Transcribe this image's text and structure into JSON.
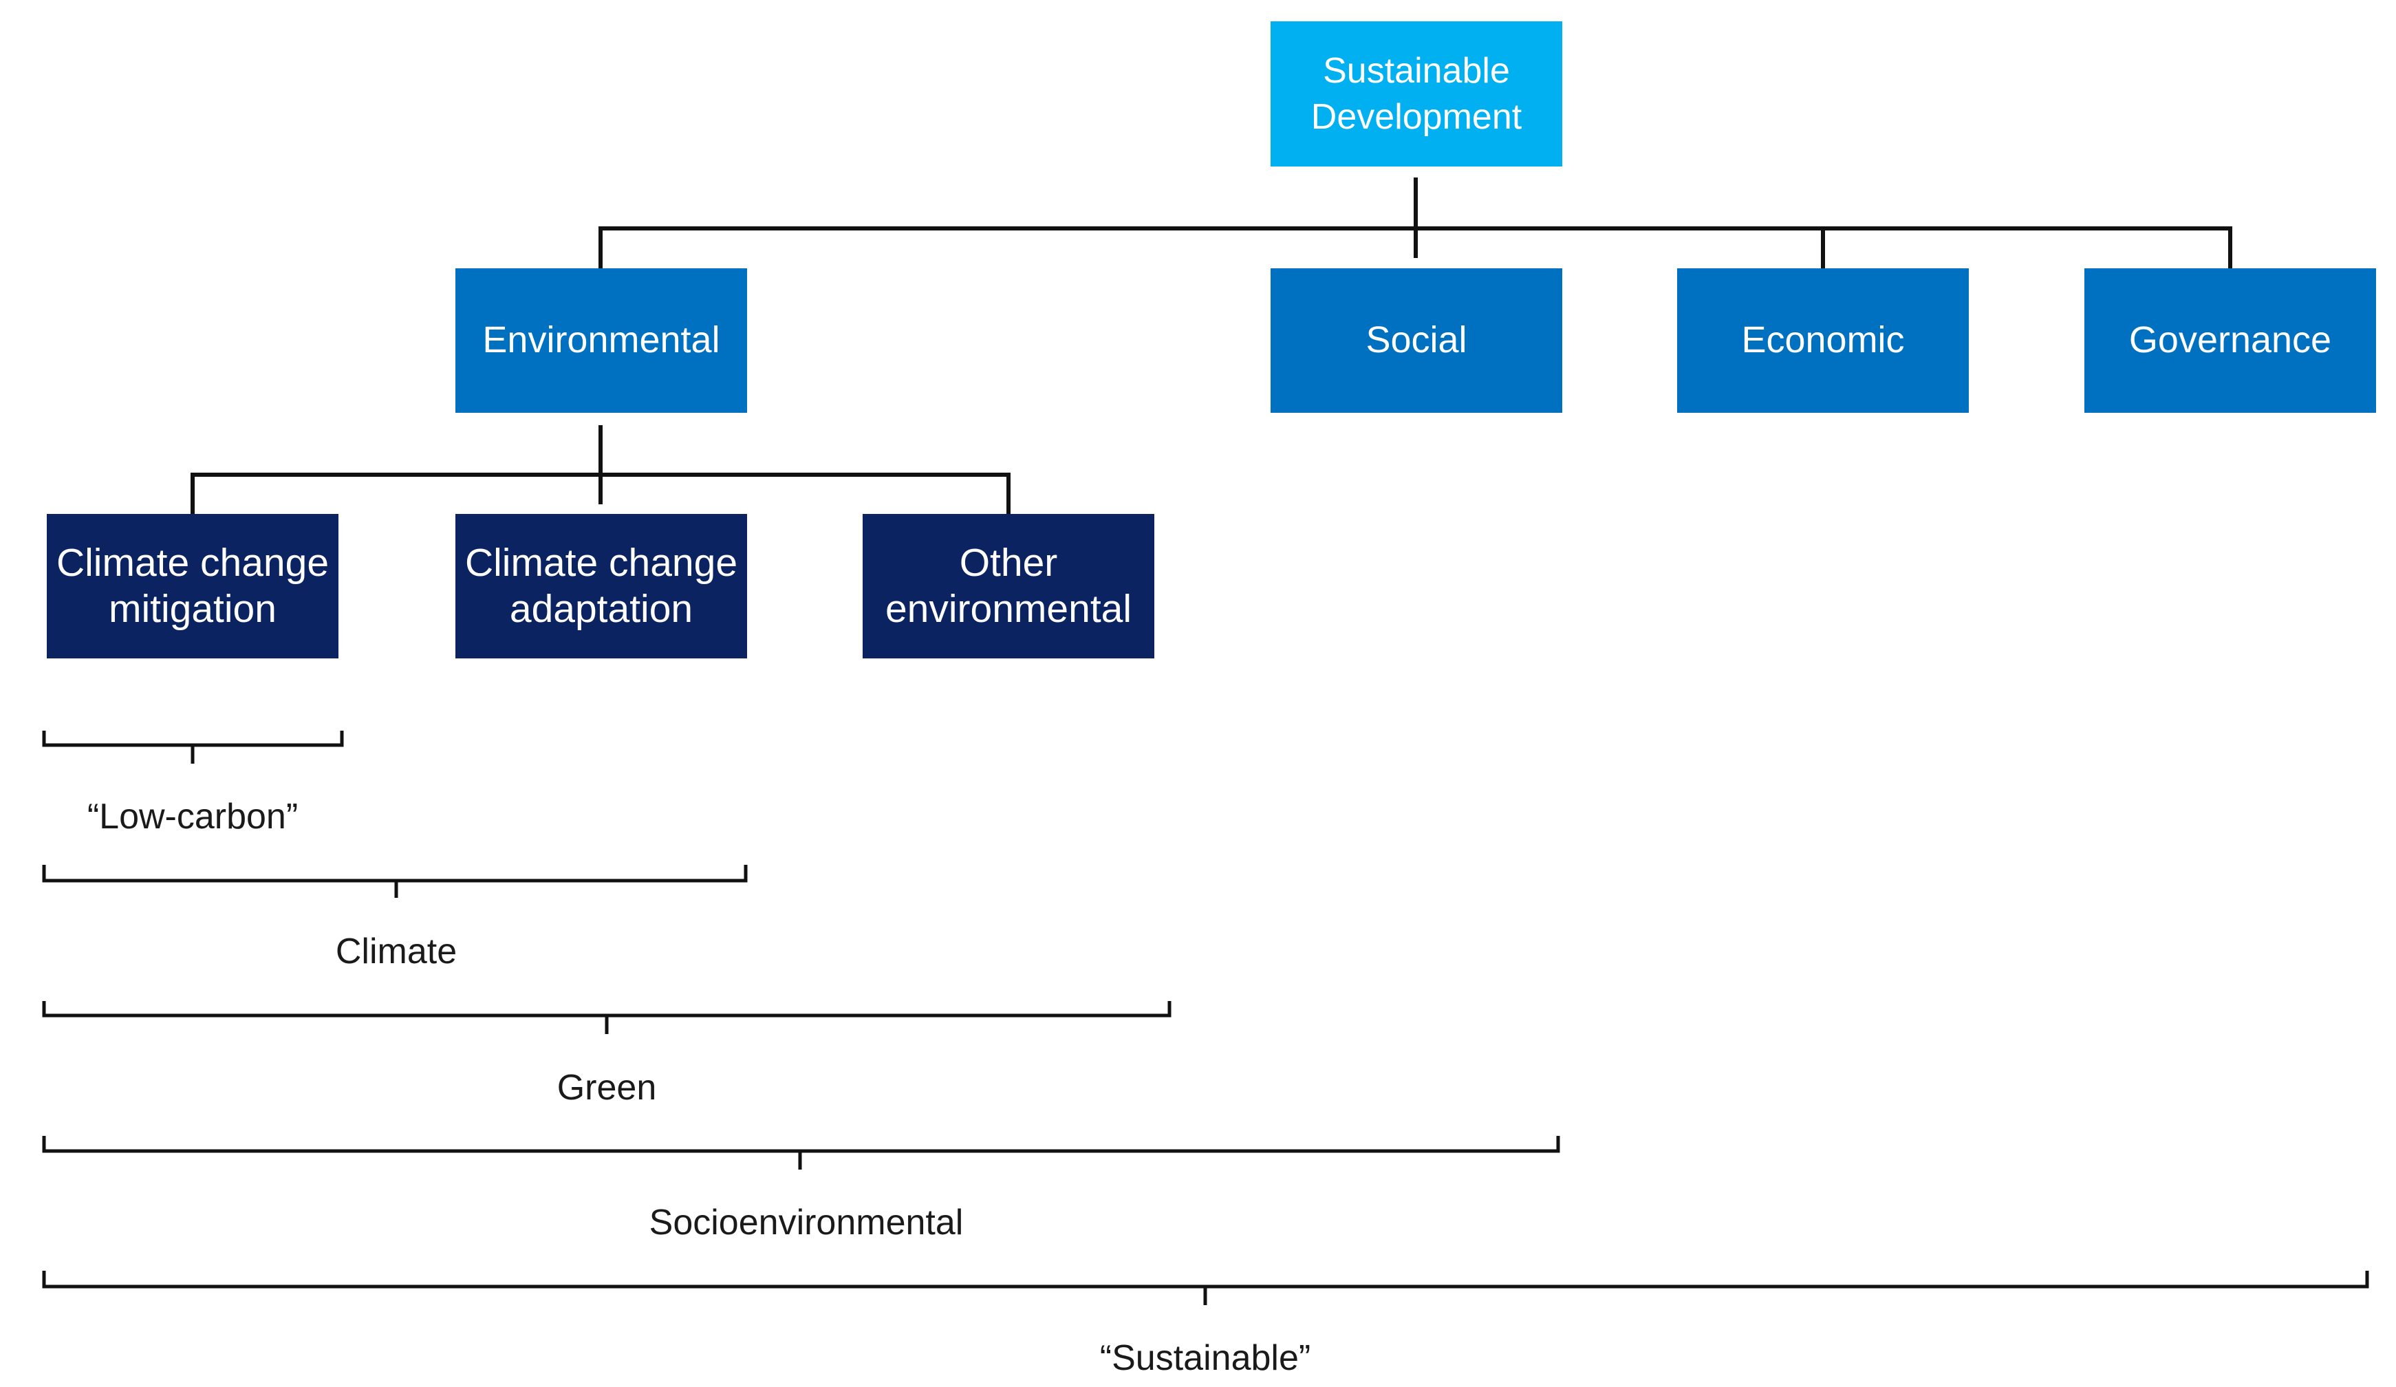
{
  "diagram": {
    "root": {
      "label": "Sustainable Development"
    },
    "pillars": [
      {
        "label": "Environmental"
      },
      {
        "label": "Social"
      },
      {
        "label": "Economic"
      },
      {
        "label": "Governance"
      }
    ],
    "environmental_children": [
      {
        "label": "Climate change mitigation"
      },
      {
        "label": "Climate change adaptation"
      },
      {
        "label": "Other environmental"
      }
    ],
    "scopes": [
      {
        "label": "“Low-carbon”"
      },
      {
        "label": "Climate"
      },
      {
        "label": "Green"
      },
      {
        "label": "Socioenvironmental"
      },
      {
        "label": "“Sustainable”"
      }
    ],
    "colors": {
      "root": "#00b0f0",
      "pillar": "#0070c0",
      "sub_category": "#0b2360",
      "connector": "#111111"
    }
  }
}
